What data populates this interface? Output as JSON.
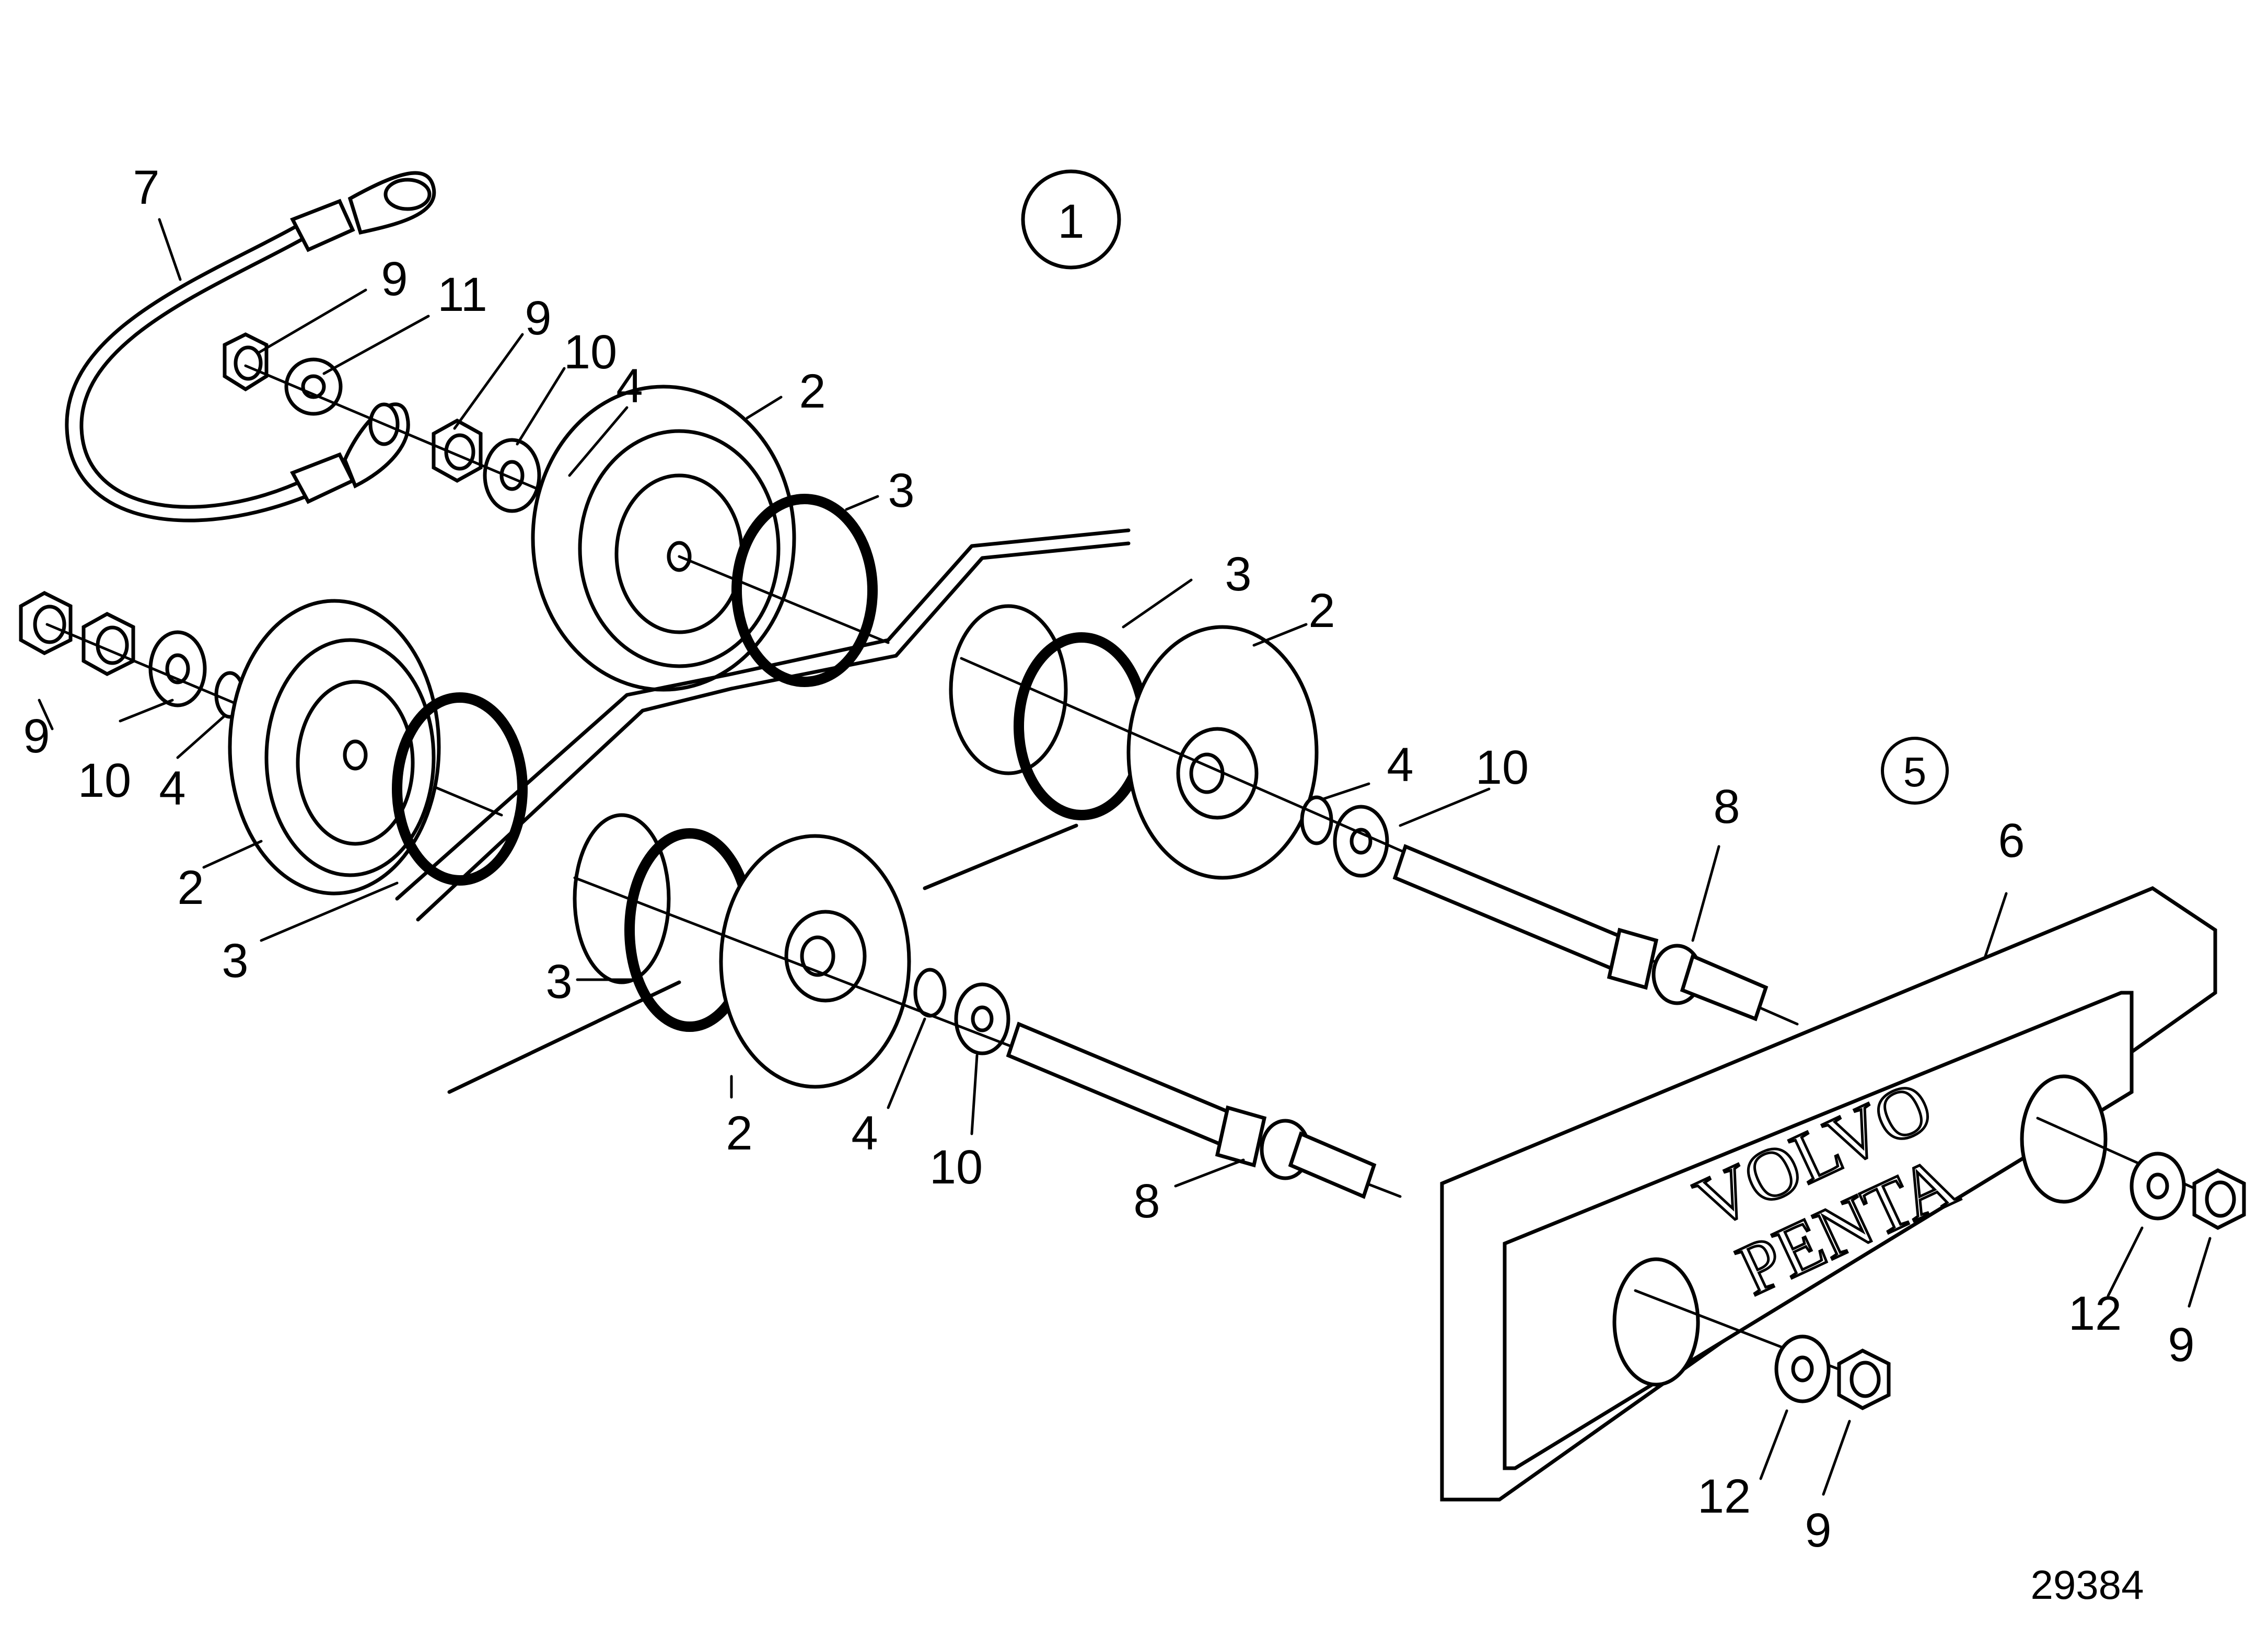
{
  "diagram": {
    "figure_number": "29384",
    "group_labels": {
      "group_1": "1",
      "group_5": "5"
    },
    "logo": {
      "line1": "VOLVO",
      "line2": "PENTA"
    },
    "callouts": [
      {
        "id": "c7",
        "text": "7"
      },
      {
        "id": "c9a",
        "text": "9"
      },
      {
        "id": "c11",
        "text": "11"
      },
      {
        "id": "c9b",
        "text": "9"
      },
      {
        "id": "c10a",
        "text": "10"
      },
      {
        "id": "c4a",
        "text": "4"
      },
      {
        "id": "c2a",
        "text": "2"
      },
      {
        "id": "c3a",
        "text": "3"
      },
      {
        "id": "c3b",
        "text": "3"
      },
      {
        "id": "c2b",
        "text": "2"
      },
      {
        "id": "c9c",
        "text": "9"
      },
      {
        "id": "c10b",
        "text": "10"
      },
      {
        "id": "c4b",
        "text": "4"
      },
      {
        "id": "c2c",
        "text": "2"
      },
      {
        "id": "c3c",
        "text": "3"
      },
      {
        "id": "c4c",
        "text": "4"
      },
      {
        "id": "c10c",
        "text": "10"
      },
      {
        "id": "c8a",
        "text": "8"
      },
      {
        "id": "c6",
        "text": "6"
      },
      {
        "id": "c3d",
        "text": "3"
      },
      {
        "id": "c2d",
        "text": "2"
      },
      {
        "id": "c4d",
        "text": "4"
      },
      {
        "id": "c10d",
        "text": "10"
      },
      {
        "id": "c8b",
        "text": "8"
      },
      {
        "id": "c12a",
        "text": "12"
      },
      {
        "id": "c9d",
        "text": "9"
      },
      {
        "id": "c12b",
        "text": "12"
      },
      {
        "id": "c9e",
        "text": "9"
      }
    ]
  }
}
